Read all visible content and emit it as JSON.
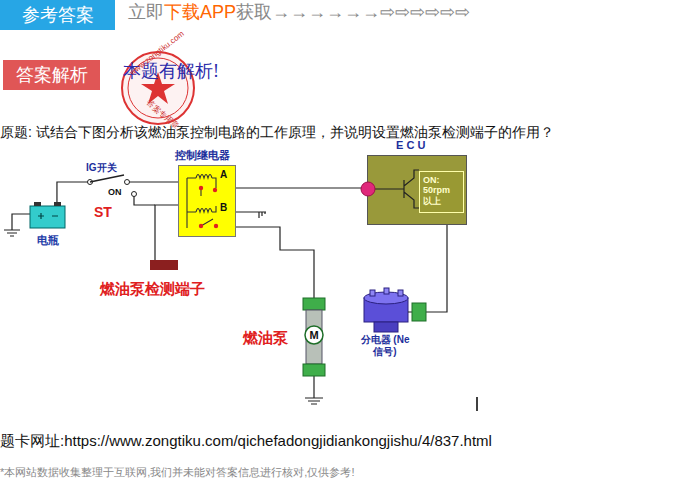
{
  "diagram": {
    "nodes": [
      {
        "text": [
          "参考答案"
        ]
      },
      {
        "text": [
          "答案解析"
        ]
      },
      {
        "text": [
          "电瓶"
        ]
      },
      {
        "text": [
          "控制继电器",
          "A",
          "B"
        ]
      },
      {
        "text": [
          "E C U"
        ]
      },
      {
        "text": [
          "ON: 50rpm 以上"
        ],
        "in": 4
      },
      {
        "text": [
          "燃油泵检测端子"
        ]
      },
      {
        "text": [
          "M",
          "燃油泵"
        ]
      },
      {
        "text": [
          "分电器 (Ne 信号)"
        ]
      }
    ],
    "edges": [
      {
        "from": 2,
        "to": 3,
        "arrow": "none"
      },
      {
        "from": 3,
        "to": 4,
        "arrow": "none"
      },
      {
        "from": 3,
        "to": 6,
        "arrow": "none"
      },
      {
        "from": 3,
        "to": 7,
        "arrow": "none"
      },
      {
        "from": 8,
        "to": 4,
        "arrow": "none"
      }
    ],
    "labels": [
      "立即",
      "下载APP",
      "获取→→→→→→⇨⇨⇨⇨⇨⇨",
      "本题有解析!",
      "www.zongtiku.com",
      "答案专用章",
      "原题: 试结合下图分析该燃油泵控制电路的工作原理，并说明设置燃油泵检测端子的作用？",
      "IG开关",
      "ON",
      "ST",
      "题卡网址:https://www.zongtiku.com/qichefadongjidiankongjishu/4/837.html",
      "*本网站数据收集整理于互联网,我们并未能对答案信息进行核对,仅供参考!"
    ]
  }
}
